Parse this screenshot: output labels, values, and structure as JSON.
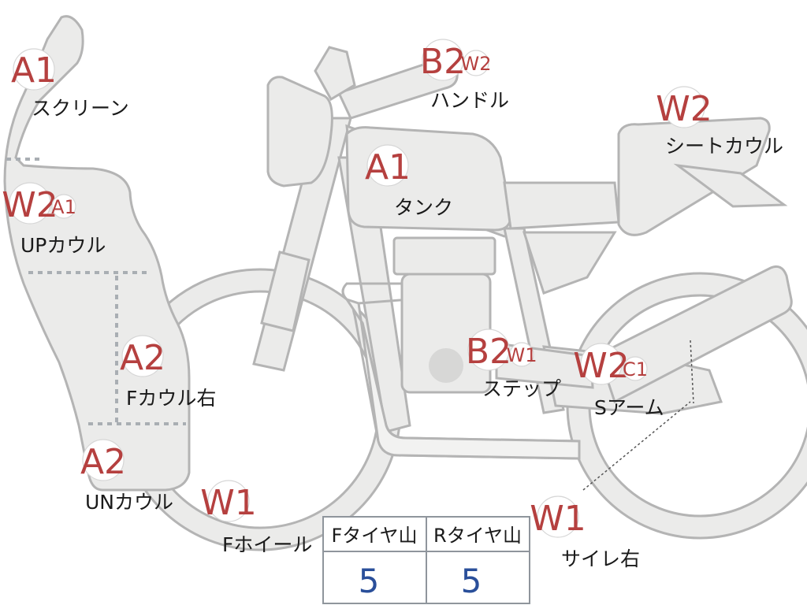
{
  "colors": {
    "grade": "#b5403f",
    "label": "#1a1a1a",
    "body": "#ebebea",
    "outline": "#b4b4b4",
    "tread_value": "#2a4f9a"
  },
  "parts": {
    "screen": {
      "grades": [
        "A1"
      ],
      "label": "スクリーン"
    },
    "up_cowl": {
      "grades": [
        "W2",
        "A1"
      ],
      "label": "UPカウル"
    },
    "f_cowl_right": {
      "grades": [
        "A2"
      ],
      "label": "Fカウル右"
    },
    "un_cowl": {
      "grades": [
        "A2"
      ],
      "label": "UNカウル"
    },
    "f_wheel": {
      "grades": [
        "W1"
      ],
      "label": "Fホイール"
    },
    "tank": {
      "grades": [
        "A1"
      ],
      "label": "タンク"
    },
    "handle": {
      "grades": [
        "B2",
        "W2"
      ],
      "label": "ハンドル"
    },
    "seat_cowl": {
      "grades": [
        "W2"
      ],
      "label": "シートカウル"
    },
    "step": {
      "grades": [
        "B2",
        "W1"
      ],
      "label": "ステップ"
    },
    "s_arm": {
      "grades": [
        "W2",
        "C1"
      ],
      "label": "Sアーム"
    },
    "silencer_right": {
      "grades": [
        "W1"
      ],
      "label": "サイレ右"
    }
  },
  "tire_tread": {
    "front_header": "Fタイヤ山",
    "rear_header": "Rタイヤ山",
    "front_value": "5",
    "rear_value": "5"
  }
}
